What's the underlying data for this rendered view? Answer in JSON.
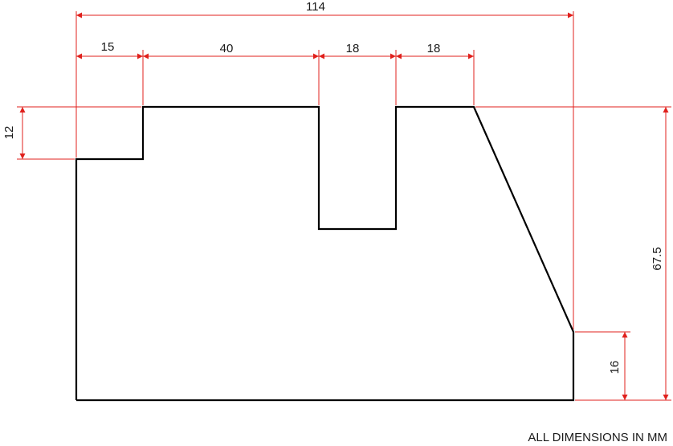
{
  "colors": {
    "outline": "#000000",
    "dimension": "#e0201c",
    "text": "#1a1a1a",
    "background": "#ffffff"
  },
  "dimensions": {
    "overall_width": "114",
    "step_width": "15",
    "top_flat_width": "40",
    "slot_width": "18",
    "right_top_width": "18",
    "step_height": "12",
    "overall_height": "67.5",
    "chamfer_height": "16"
  },
  "note": "ALL DIMENSIONS IN MM"
}
